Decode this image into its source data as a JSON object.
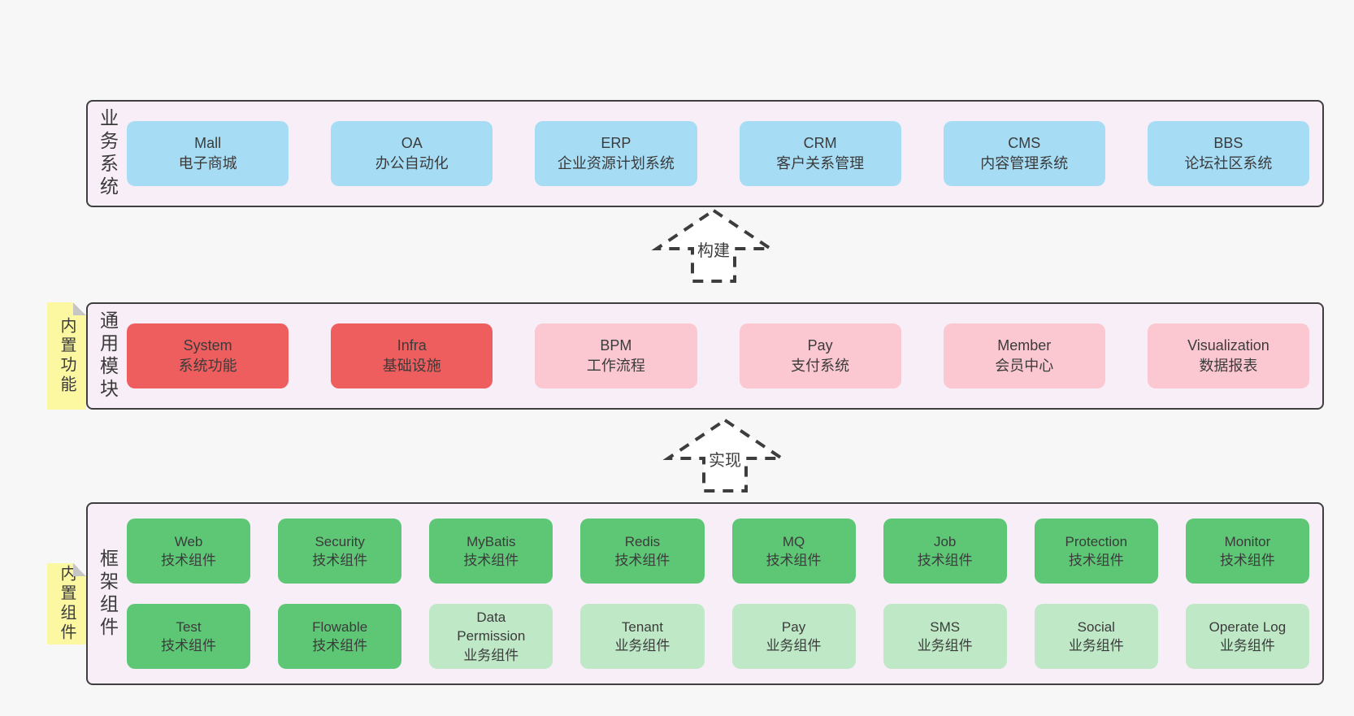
{
  "colors": {
    "page-bg": "#f7f7f7",
    "panel-bg": "#f8eef7",
    "line": "#3f3f3f",
    "blue": "#a7dcf5",
    "red": "#ee5e5e",
    "pink": "#fbc8d2",
    "green": "#5dc776",
    "lightgreen": "#bfe8c7",
    "yellow": "#fcf7a1",
    "text": "#3b3b3b"
  },
  "arrows": [
    {
      "label": "构建"
    },
    {
      "label": "实现"
    }
  ],
  "panels": [
    {
      "side_label": "业务系统",
      "boxes": [
        {
          "name": "Mall",
          "desc": "电子商城",
          "type": "blue"
        },
        {
          "name": "OA",
          "desc": "办公自动化",
          "type": "blue"
        },
        {
          "name": "ERP",
          "desc": "企业资源计划系统",
          "type": "blue"
        },
        {
          "name": "CRM",
          "desc": "客户关系管理",
          "type": "blue"
        },
        {
          "name": "CMS",
          "desc": "内容管理系统",
          "type": "blue"
        },
        {
          "name": "BBS",
          "desc": "论坛社区系统",
          "type": "blue"
        }
      ]
    },
    {
      "side_label": "通用模块",
      "note": "内置功能",
      "boxes": [
        {
          "name": "System",
          "desc": "系统功能",
          "type": "red"
        },
        {
          "name": "Infra",
          "desc": "基础设施",
          "type": "red"
        },
        {
          "name": "BPM",
          "desc": "工作流程",
          "type": "pink"
        },
        {
          "name": "Pay",
          "desc": "支付系统",
          "type": "pink"
        },
        {
          "name": "Member",
          "desc": "会员中心",
          "type": "pink"
        },
        {
          "name": "Visualization",
          "desc": "数据报表",
          "type": "pink"
        }
      ]
    },
    {
      "side_label": "框架组件",
      "note": "内置组件",
      "boxes": [
        {
          "name": "Web",
          "desc": "技术组件",
          "type": "green"
        },
        {
          "name": "Security",
          "desc": "技术组件",
          "type": "green"
        },
        {
          "name": "MyBatis",
          "desc": "技术组件",
          "type": "green"
        },
        {
          "name": "Redis",
          "desc": "技术组件",
          "type": "green"
        },
        {
          "name": "MQ",
          "desc": "技术组件",
          "type": "green"
        },
        {
          "name": "Job",
          "desc": "技术组件",
          "type": "green"
        },
        {
          "name": "Protection",
          "desc": "技术组件",
          "type": "green"
        },
        {
          "name": "Monitor",
          "desc": "技术组件",
          "type": "green"
        },
        {
          "name": "Test",
          "desc": "技术组件",
          "type": "green"
        },
        {
          "name": "Flowable",
          "desc": "技术组件",
          "type": "green"
        },
        {
          "name": "Data Permission",
          "desc": "业务组件",
          "type": "lightgreen"
        },
        {
          "name": "Tenant",
          "desc": "业务组件",
          "type": "lightgreen"
        },
        {
          "name": "Pay",
          "desc": "业务组件",
          "type": "lightgreen"
        },
        {
          "name": "SMS",
          "desc": "业务组件",
          "type": "lightgreen"
        },
        {
          "name": "Social",
          "desc": "业务组件",
          "type": "lightgreen"
        },
        {
          "name": "Operate Log",
          "desc": "业务组件",
          "type": "lightgreen"
        }
      ]
    }
  ]
}
